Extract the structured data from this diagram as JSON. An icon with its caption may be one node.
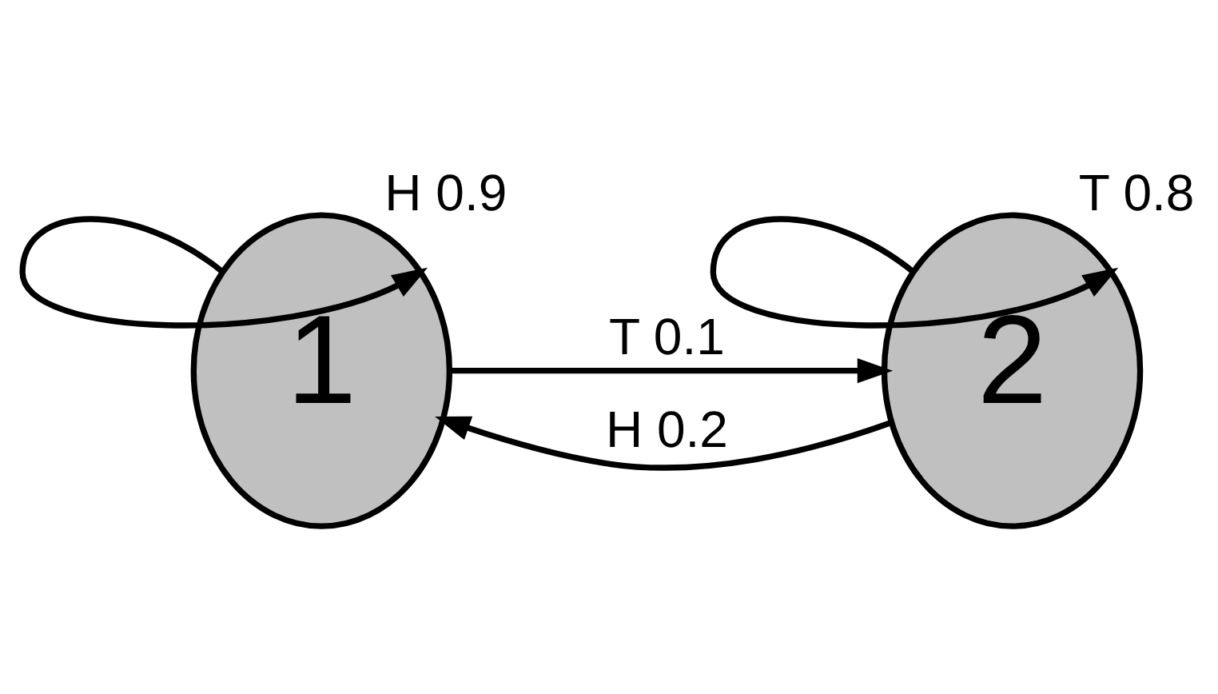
{
  "diagram": {
    "nodes": [
      {
        "text": [
          "1"
        ]
      },
      {
        "text": [
          "2"
        ]
      }
    ],
    "edges": [
      {
        "from": 0,
        "to": 0,
        "arrow": "to",
        "label": "H 0.9"
      },
      {
        "from": 0,
        "to": 1,
        "arrow": "to",
        "label": "T 0.1"
      },
      {
        "from": 1,
        "to": 1,
        "arrow": "to",
        "label": "T 0.8"
      },
      {
        "from": 1,
        "to": 0,
        "arrow": "to",
        "label": "H 0.2"
      }
    ]
  }
}
